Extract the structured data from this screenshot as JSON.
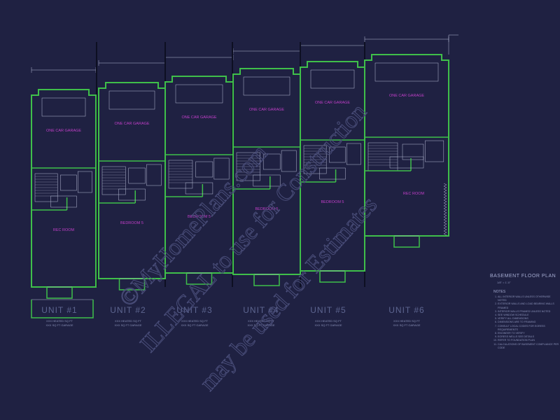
{
  "colors": {
    "background": "#1f2142",
    "wall": "#3fbf4a",
    "line": "#b8bdd6",
    "room_label": "#c23fc9",
    "watermark": "#4a4e7a"
  },
  "plan": {
    "title": "BASEMENT FLOOR PLAN",
    "scale": "1/8\" = 1'-0\"",
    "notes_heading": "NOTES",
    "notes": [
      "ALL INTERIOR WALLS UNLESS OTHERWISE NOTED",
      "EXTERIOR WALLS AND LOAD BEARING WALLS FRAMED",
      "INTERIOR WALLS FRAMED UNLESS NOTED",
      "SEE WINDOW SCHEDULE",
      "VERIFY ALL DIMENSIONS",
      "DIMENSIONS ARE TO FRAMING",
      "CONSULT LOCAL CODES FOR EGRESS REQUIREMENTS",
      "ENGINEER TO VERIFY",
      "EGRESS WELLS SEE DETAILS",
      "REFER TO FOUNDATION PLAN",
      "CALCULATIONS OF BASEMENT COMPLIANCE PER CODE"
    ]
  },
  "units": [
    {
      "label": "UNIT #1",
      "area": [
        "XXX HEATED SQ FT",
        "XXX SQ FT GARAGE"
      ],
      "rooms": [
        "ONE CAR GARAGE",
        "REC ROOM"
      ]
    },
    {
      "label": "UNIT #2",
      "area": [
        "XXX HEATED SQ FT",
        "XXX SQ FT GARAGE"
      ],
      "rooms": [
        "ONE CAR GARAGE",
        "BEDROOM 5"
      ]
    },
    {
      "label": "UNIT #3",
      "area": [
        "XXX HEATED SQ FT",
        "XXX SQ FT GARAGE"
      ],
      "rooms": [
        "ONE CAR GARAGE",
        "BEDROOM 5"
      ]
    },
    {
      "label": "UNIT #4",
      "area": [
        "XXX HEATED SQ FT",
        "XXX SQ FT GARAGE"
      ],
      "rooms": [
        "ONE CAR GARAGE",
        "BEDROOM 5"
      ]
    },
    {
      "label": "UNIT #5",
      "area": [
        "XXX HEATED SQ FT",
        "XXX SQ FT GARAGE"
      ],
      "rooms": [
        "ONE CAR GARAGE",
        "BEDROOM 5"
      ]
    },
    {
      "label": "UNIT #6",
      "area": [
        "XXX HEATED SQ FT",
        "XXX SQ FT GARAGE"
      ],
      "rooms": [
        "ONE CAR GARAGE",
        "REC ROOM"
      ]
    }
  ],
  "watermark": {
    "line1": "©MyHomePlans.com",
    "line2": "ILLEGAL to use for Construction",
    "line3": "may be used for Estimates"
  }
}
